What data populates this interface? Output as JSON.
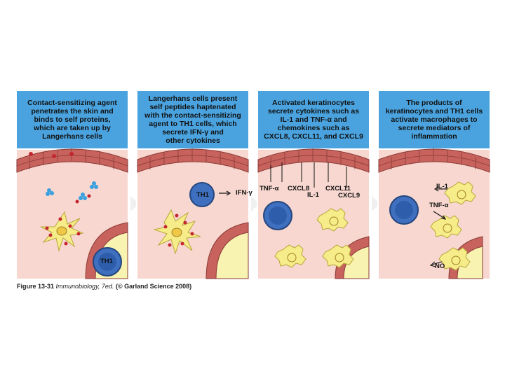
{
  "panels": [
    {
      "header": "Contact-sensitizing agent\npenetrates the skin and\nbinds to self proteins,\nwhich are taken up by\nLangerhans cells",
      "labels": {
        "th1": "TH1"
      }
    },
    {
      "header": "Langerhans cells present\nself peptides haptenated\nwith the contact-sensitizing\nagent to TH1 cells, which\nsecrete IFN-γ and\nother cytokines",
      "labels": {
        "th1": "TH1",
        "ifn": "IFN-γ"
      }
    },
    {
      "header": "Activated keratinocytes\nsecrete cytokines such as\nIL-1 and TNF-α and\nchemokines such as\nCXCL8, CXCL11, and CXCL9",
      "labels": {
        "tnf": "TNF-α",
        "cxcl8": "CXCL8",
        "cxcl11": "CXCL11",
        "il1": "IL-1",
        "cxcl9": "CXCL9"
      }
    },
    {
      "header": "The products of\nkeratinocytes and TH1 cells\nactivate macrophages to\nsecrete mediators of\ninflammation",
      "labels": {
        "il1": "IL-1",
        "tnf": "TNF-α",
        "no": "NO"
      }
    }
  ],
  "caption": {
    "figure": "Figure 13-31",
    "book": "Immunobiology, 7ed.",
    "credit": "(© Garland Science 2008)"
  },
  "colors": {
    "header_bg": "#4aa3df",
    "skin_bg": "#f7d7cf",
    "brick": "#c7625d",
    "cell_blue": "#3f6fbf",
    "cell_yellow": "#f7ec8a",
    "antigen_red": "#c4262e",
    "complex_blue": "#3aa0e0"
  }
}
